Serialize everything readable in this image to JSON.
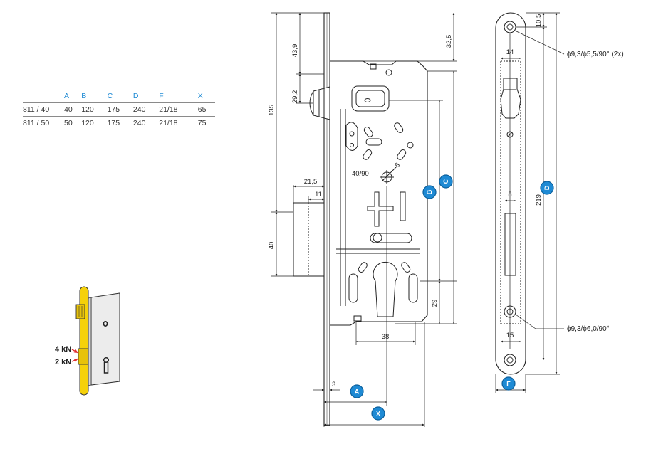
{
  "table": {
    "headers": [
      "",
      "A",
      "B",
      "C",
      "D",
      "F",
      "X"
    ],
    "rows": [
      [
        "811 / 40",
        "40",
        "120",
        "175",
        "240",
        "21/18",
        "65"
      ],
      [
        "811 / 50",
        "50",
        "120",
        "175",
        "240",
        "21/18",
        "75"
      ]
    ]
  },
  "forces": {
    "upper": "4 kN",
    "lower": "2 kN"
  },
  "dimensions": {
    "d135": "135",
    "d40": "40",
    "d43_9": "43,9",
    "d29_2": "29,2",
    "d32_5": "32,5",
    "d21_5": "21,5",
    "d11": "11",
    "d40_90": "40/90",
    "d8_small": "8",
    "d38": "38",
    "d29": "29",
    "d3": "3",
    "d10_5": "10,5",
    "d14": "14",
    "d8": "8",
    "d219": "219",
    "d15": "15"
  },
  "notes": {
    "top_hole": "ϕ9,3/ϕ5,5/90° (2x)",
    "bottom_hole": "ϕ9,3/ϕ6,0/90°"
  },
  "markers": {
    "A": "A",
    "B": "B",
    "C": "C",
    "D": "D",
    "F": "F",
    "X": "X"
  },
  "colors": {
    "accent": "#1e8ad4",
    "faceplate": "#f5d10a",
    "marker": "#1e8ad4"
  }
}
